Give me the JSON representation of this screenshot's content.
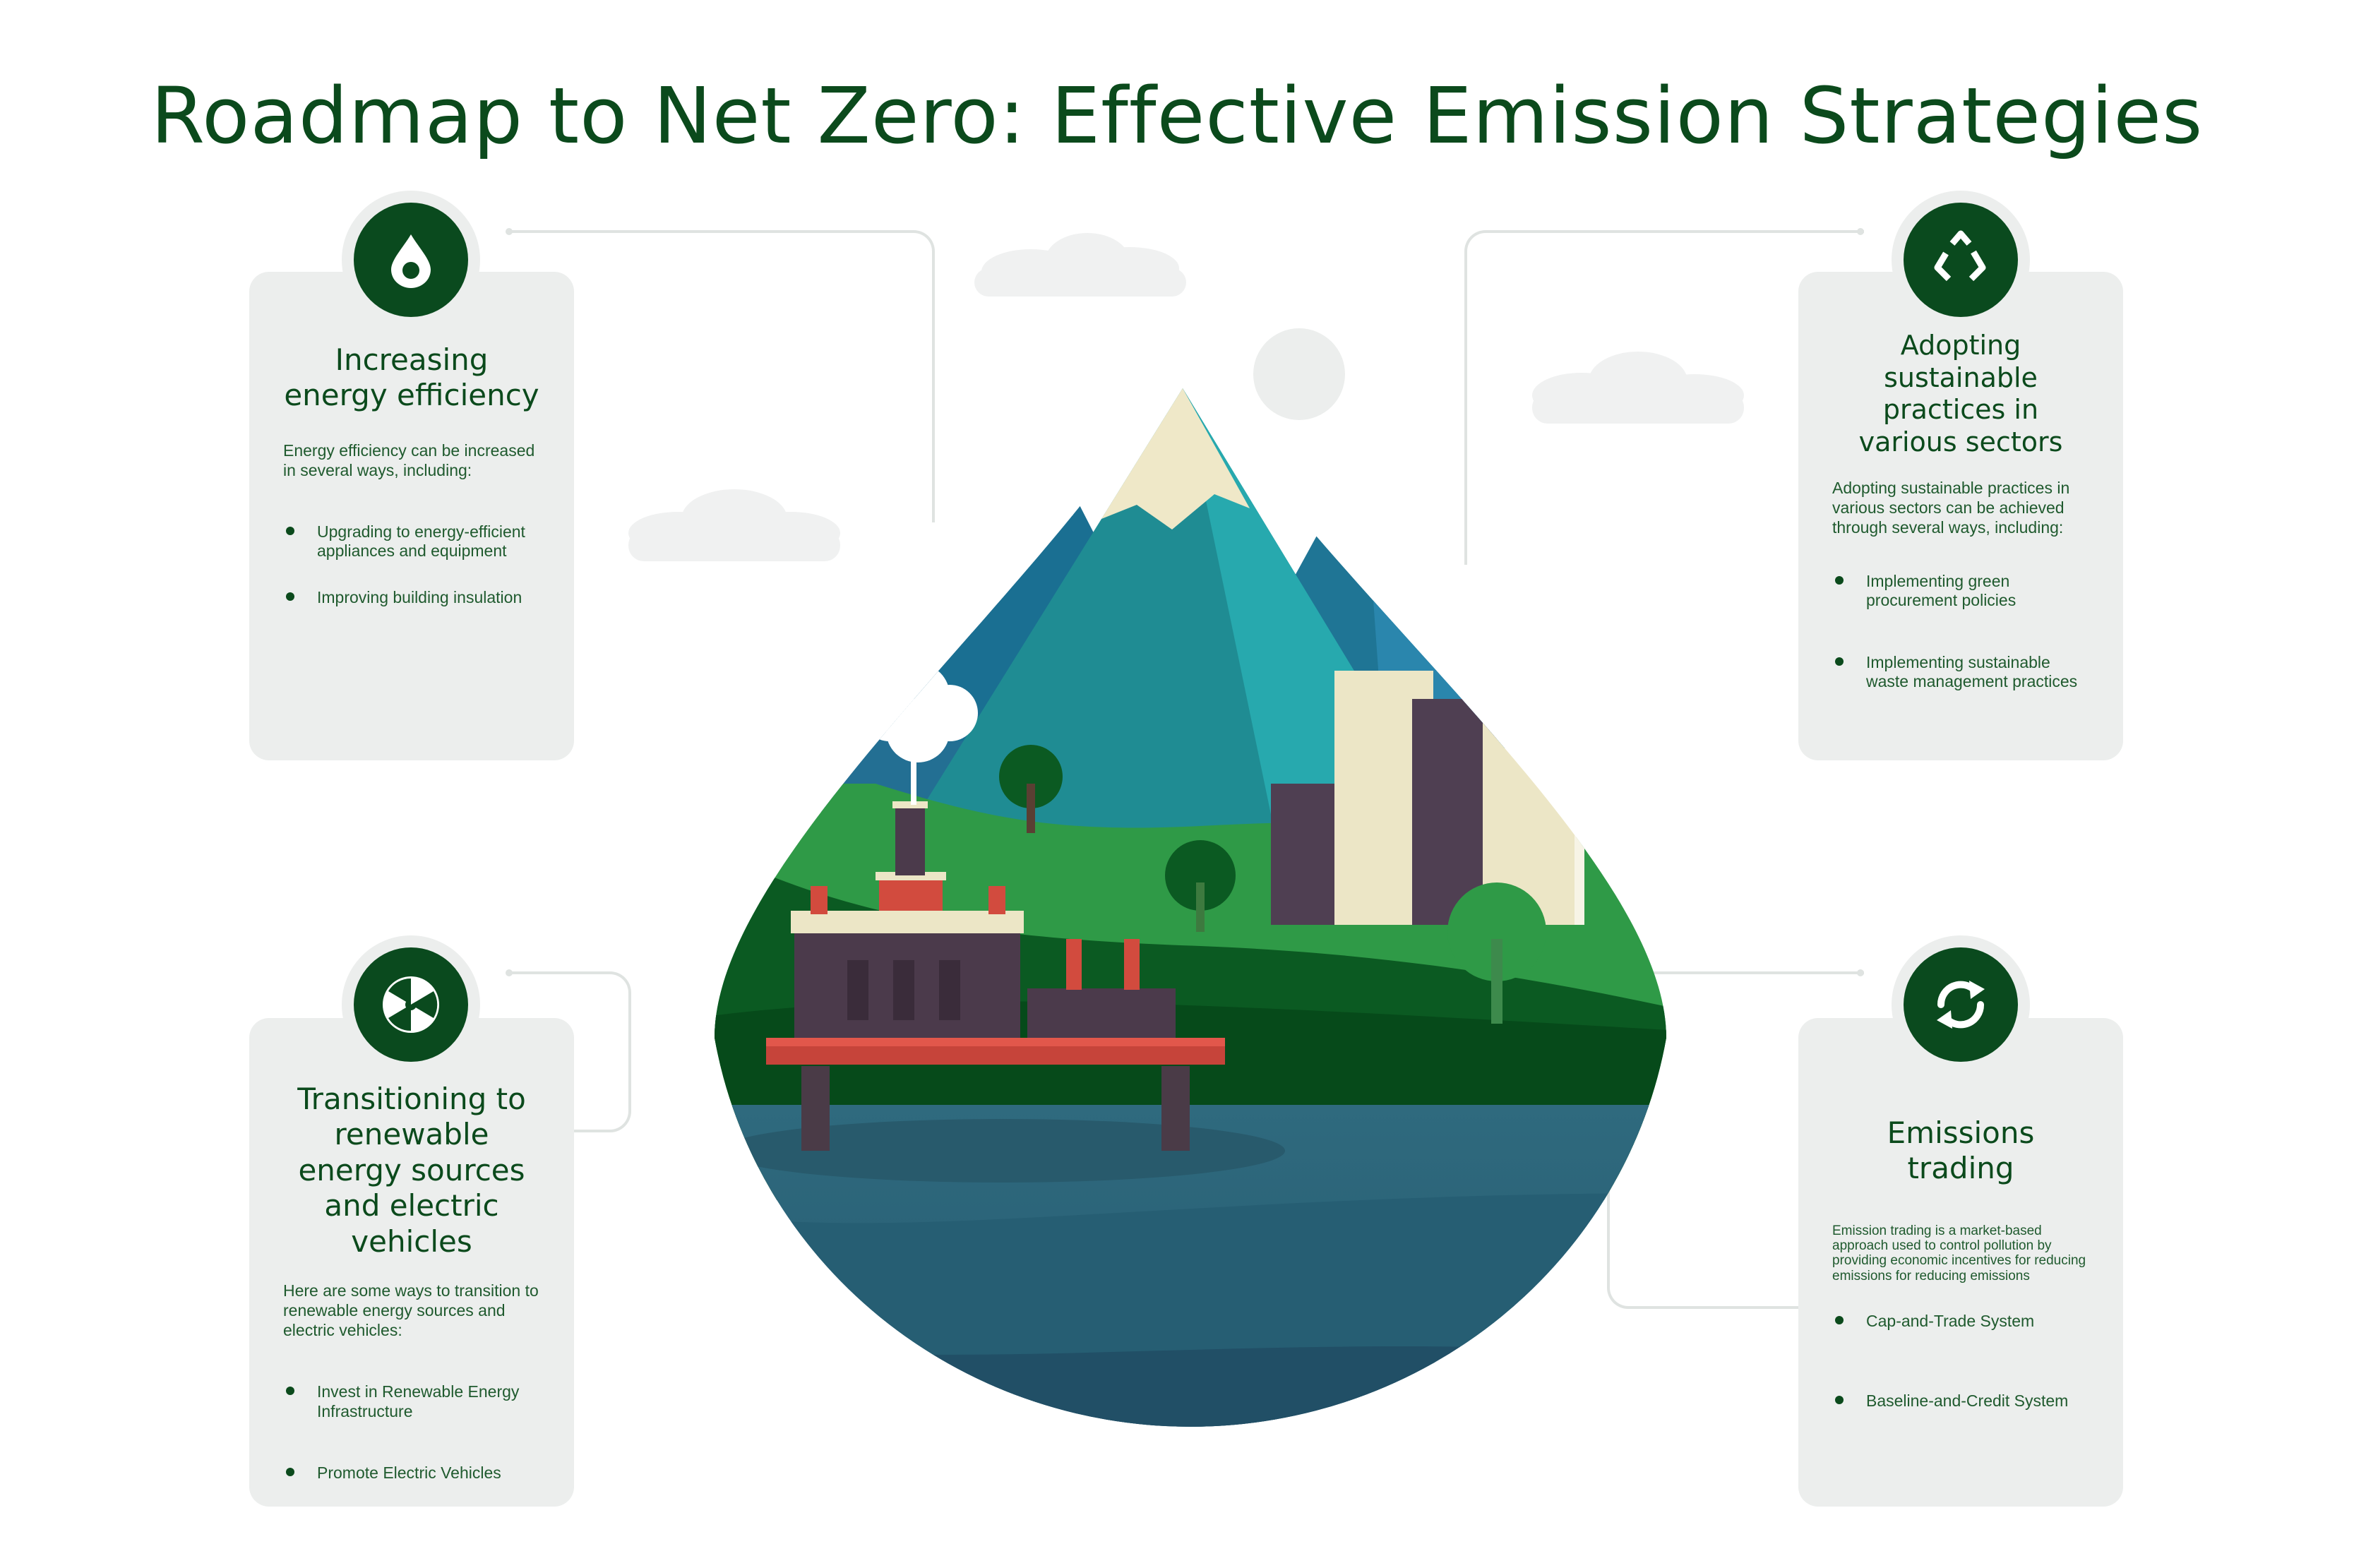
{
  "title": "Roadmap to Net Zero: Effective Emission Strategies",
  "colors": {
    "dark_green": "#0a4a1e",
    "card_bg": "#eceeed",
    "water": "#2b6478",
    "hill_green": "#2f9a47",
    "mountain_teal": "#24a3a8",
    "mountain_blue": "#2a7fa6"
  },
  "cards": [
    {
      "icon": "water-drop-icon",
      "heading": "Increasing energy efficiency",
      "intro": "Energy efficiency can be increased in several ways, including:",
      "bullets": [
        "Upgrading to energy-efficient appliances and equipment",
        "Improving building insulation"
      ]
    },
    {
      "icon": "recycle-icon",
      "heading": "Adopting sustainable practices in various sectors",
      "intro": "Adopting sustainable practices in various sectors can be achieved through several ways, including:",
      "bullets": [
        "Implementing green procurement policies",
        "Implementing sustainable waste management practices"
      ]
    },
    {
      "icon": "radiation-icon",
      "heading": "Transitioning to renewable energy sources and electric vehicles",
      "intro": "Here are some ways to transition to renewable energy sources and electric vehicles:",
      "bullets": [
        "Invest in Renewable Energy Infrastructure",
        "Promote Electric Vehicles"
      ]
    },
    {
      "icon": "refresh-arrows-icon",
      "heading": "Emissions trading",
      "intro": "Emission trading is a market-based approach used to control pollution by providing economic incentives for reducing emissions for reducing emissions",
      "bullets": [
        "Cap-and-Trade System",
        "Baseline-and-Credit System"
      ]
    }
  ]
}
